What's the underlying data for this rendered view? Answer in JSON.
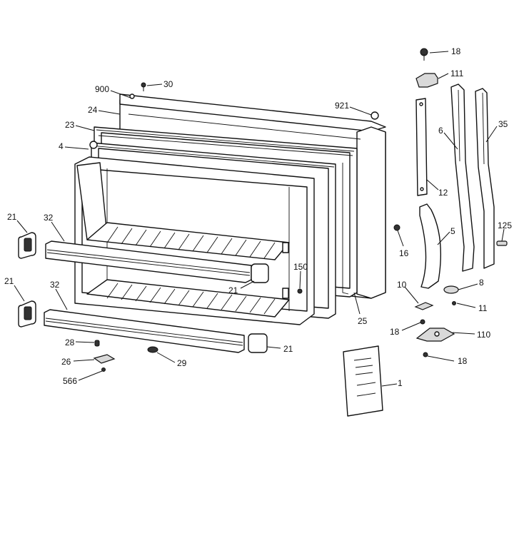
{
  "diagram": {
    "callouts": [
      {
        "id": "c-18-top",
        "label": "18"
      },
      {
        "id": "c-111",
        "label": "111"
      },
      {
        "id": "c-900",
        "label": "900"
      },
      {
        "id": "c-30",
        "label": "30"
      },
      {
        "id": "c-921",
        "label": "921"
      },
      {
        "id": "c-24",
        "label": "24"
      },
      {
        "id": "c-23",
        "label": "23"
      },
      {
        "id": "c-6",
        "label": "6"
      },
      {
        "id": "c-35",
        "label": "35"
      },
      {
        "id": "c-4",
        "label": "4"
      },
      {
        "id": "c-12",
        "label": "12"
      },
      {
        "id": "c-21-a",
        "label": "21"
      },
      {
        "id": "c-32-a",
        "label": "32"
      },
      {
        "id": "c-5",
        "label": "5"
      },
      {
        "id": "c-125",
        "label": "125"
      },
      {
        "id": "c-16",
        "label": "16"
      },
      {
        "id": "c-150",
        "label": "150"
      },
      {
        "id": "c-21-b",
        "label": "21"
      },
      {
        "id": "c-21-c",
        "label": "21"
      },
      {
        "id": "c-32-b",
        "label": "32"
      },
      {
        "id": "c-10",
        "label": "10"
      },
      {
        "id": "c-8",
        "label": "8"
      },
      {
        "id": "c-11",
        "label": "11"
      },
      {
        "id": "c-25",
        "label": "25"
      },
      {
        "id": "c-18-mid",
        "label": "18"
      },
      {
        "id": "c-110",
        "label": "110"
      },
      {
        "id": "c-28",
        "label": "28"
      },
      {
        "id": "c-21-d",
        "label": "21"
      },
      {
        "id": "c-26",
        "label": "26"
      },
      {
        "id": "c-29",
        "label": "29"
      },
      {
        "id": "c-18-bot",
        "label": "18"
      },
      {
        "id": "c-566",
        "label": "566"
      },
      {
        "id": "c-1",
        "label": "1"
      }
    ]
  }
}
